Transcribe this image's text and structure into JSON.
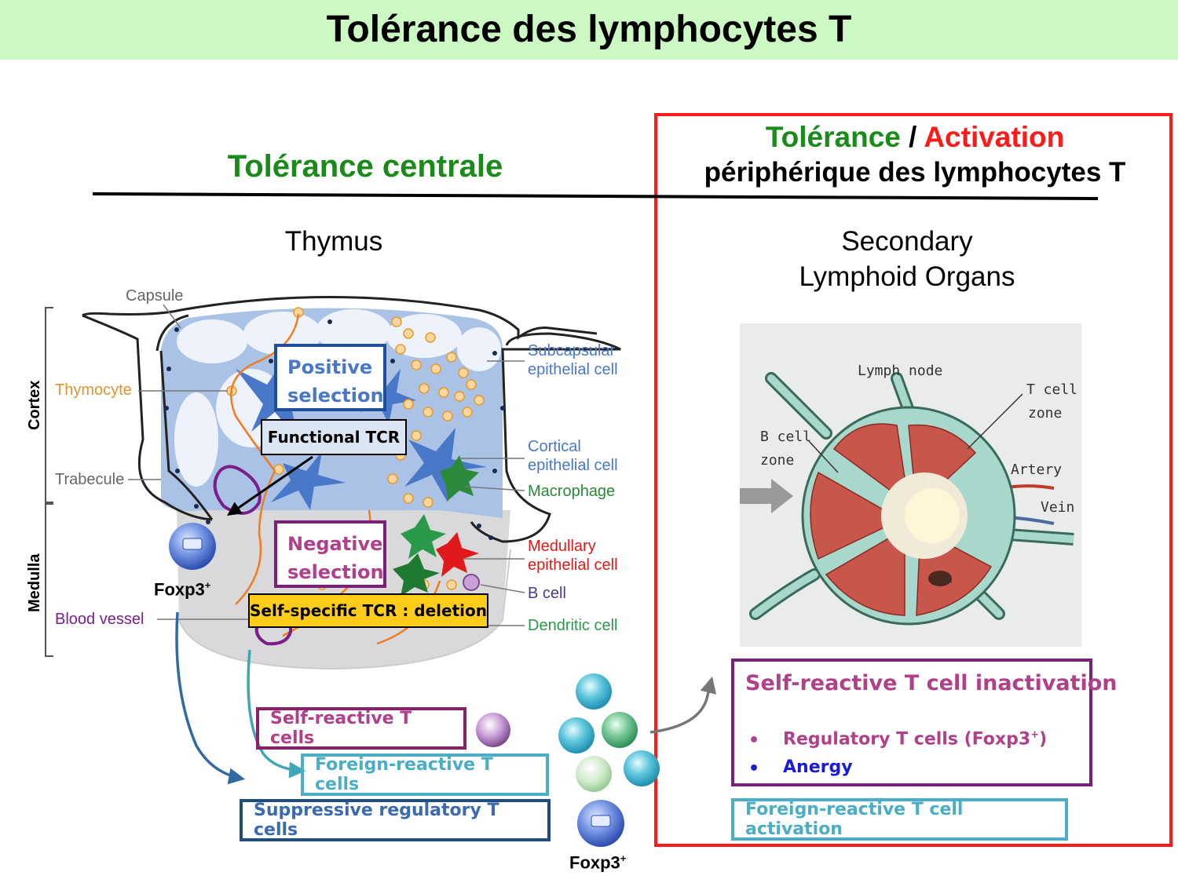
{
  "title": "Tolérance des lymphocytes T",
  "central": {
    "title": "Tolérance centrale",
    "organ": "Thymus"
  },
  "peripheral": {
    "tolerance_word": "Tolérance",
    "slash": " / ",
    "activation_word": "Activation",
    "line2": "périphérique des lymphocytes T",
    "organ_line1": "Secondary",
    "organ_line2": "Lymphoid Organs"
  },
  "thymus_labels": {
    "capsule": "Capsule",
    "cortex": "Cortex",
    "medulla": "Medulla",
    "thymocyte": "Thymocyte",
    "trabecule": "Trabecule",
    "blood_vessel": "Blood vessel",
    "subcapsular_1": "Subcapsular",
    "subcapsular_2": "epithelial cell",
    "cortical_1": "Cortical",
    "cortical_2": "epithelial cell",
    "macrophage": "Macrophage",
    "medullary_1": "Medullary",
    "medullary_2": "epithelial cell",
    "b_cell": "B cell",
    "dendritic": "Dendritic cell"
  },
  "boxes": {
    "positive_1": "Positive",
    "positive_2": "selection",
    "functional_tcr": "Functional TCR",
    "negative_1": "Negative",
    "negative_2": "selection",
    "self_specific": "Self-specific TCR : deletion",
    "foxp3": "Foxp3",
    "foxp3_sup": "+"
  },
  "outcomes": {
    "self_reactive": "Self-reactive T cells",
    "foreign_reactive": "Foreign-reactive T cells",
    "suppressive": "Suppressive regulatory T cells"
  },
  "lymph_node": {
    "title": "Lymph node",
    "t_cell_1": "T cell",
    "t_cell_2": "zone",
    "b_cell_1": "B cell",
    "b_cell_2": "zone",
    "artery": "Artery",
    "vein": "Vein"
  },
  "peripheral_boxes": {
    "inactivation_title": "Self-reactive T cell inactivation",
    "bullet_1_pre": "Regulatory T cells (Foxp3",
    "bullet_1_sup": "+",
    "bullet_1_post": ")",
    "bullet_2": "Anergy",
    "activation": "Foreign-reactive T cell activation"
  },
  "colors": {
    "title_band": "#ccf8c4",
    "green_title": "#1a8a1a",
    "red": "#ff1a1a",
    "blue_box": "#1f4e9a",
    "purple_box": "#7a1f7a",
    "teal_box": "#4aaec4",
    "magenta_text": "#b0408a",
    "cortex_blue": "#a9c2e6",
    "medulla_grey": "#d9d9dc",
    "yellow_box": "#ffcc1a"
  }
}
